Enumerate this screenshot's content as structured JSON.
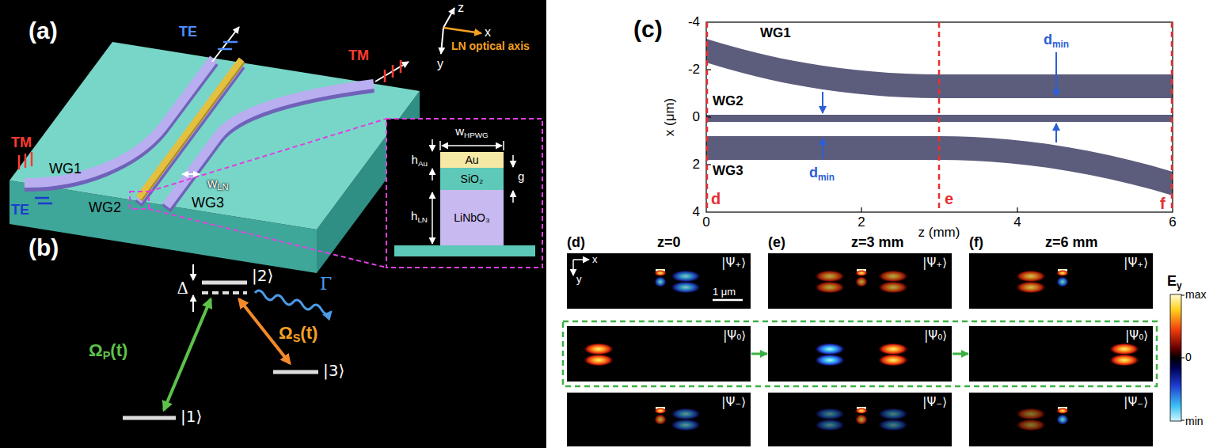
{
  "diagram": {
    "nodes": [
      {
        "text": [
          "Au"
        ]
      },
      {
        "text": [
          "SiO₂"
        ]
      },
      {
        "text": [
          "LiNbO₃"
        ]
      },
      {
        "text": [
          "|Ψ₊⟩"
        ]
      },
      {
        "text": [
          "|Ψ₊⟩"
        ]
      },
      {
        "text": [
          "|Ψ₊⟩"
        ]
      },
      {
        "text": [
          "|Ψ₀⟩"
        ]
      },
      {
        "text": [
          "|Ψ₀⟩"
        ]
      },
      {
        "text": [
          "|Ψ₀⟩"
        ]
      },
      {
        "text": [
          "|Ψ₋⟩"
        ]
      },
      {
        "text": [
          "|Ψ₋⟩"
        ]
      },
      {
        "text": [
          "|Ψ₋⟩"
        ]
      }
    ],
    "edges": [
      {
        "from": 6,
        "to": 7,
        "arrow": "to"
      },
      {
        "from": 7,
        "to": 8,
        "arrow": "to"
      }
    ],
    "labels": [
      "(a)",
      "TM",
      "TE",
      "TE",
      "TM",
      "WG1",
      "WG2",
      "WG3",
      "w",
      "LN",
      "z",
      "x",
      "y",
      "LN optical axis",
      "w",
      "HPWG",
      "h",
      "Au",
      "g",
      "h",
      "LN",
      "(b)",
      "Δ",
      "|2⟩",
      "Γ",
      "Ω",
      "P",
      "(t)",
      "Ω",
      "S",
      "(t)",
      "|1⟩",
      "|3⟩",
      "(c)",
      "-4",
      "-2",
      "0",
      "2",
      "4",
      "0",
      "2",
      "4",
      "6",
      "x (μm)",
      "z (mm)",
      "WG1",
      "WG2",
      "WG3",
      "d",
      "min",
      "d",
      "min",
      "d",
      "e",
      "f",
      "(d)",
      "z=0",
      "(e)",
      "z=3 mm",
      "(f)",
      "z=6 mm",
      "x",
      "y",
      "1 μm",
      "E",
      "y",
      "max",
      "0",
      "min"
    ]
  }
}
